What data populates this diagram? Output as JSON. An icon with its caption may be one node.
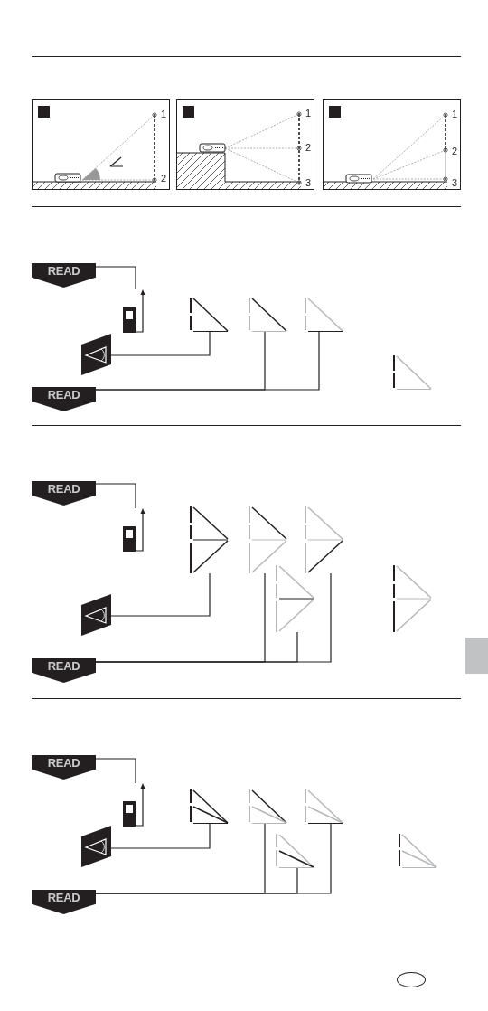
{
  "diagram": {
    "nodes": [
      {
        "text": [
          "READ"
        ]
      },
      {
        "text": [],
        "shape": "picture"
      },
      {
        "text": [],
        "shape": "picture"
      },
      {
        "text": [],
        "shape": "triangle"
      },
      {
        "text": [],
        "shape": "triangle"
      },
      {
        "text": [],
        "shape": "triangle"
      },
      {
        "text": [],
        "shape": "triangle"
      },
      {
        "text": [
          "READ"
        ]
      },
      {
        "text": [
          "READ"
        ]
      },
      {
        "text": [],
        "shape": "picture"
      },
      {
        "text": [],
        "shape": "picture"
      },
      {
        "text": [],
        "shape": "triangle"
      },
      {
        "text": [],
        "shape": "triangle"
      },
      {
        "text": [],
        "shape": "triangle"
      },
      {
        "text": [],
        "shape": "triangle"
      },
      {
        "text": [],
        "shape": "triangle"
      },
      {
        "text": [
          "READ"
        ]
      },
      {
        "text": [
          "READ"
        ]
      },
      {
        "text": [],
        "shape": "picture"
      },
      {
        "text": [],
        "shape": "picture"
      },
      {
        "text": [],
        "shape": "triangle"
      },
      {
        "text": [],
        "shape": "triangle"
      },
      {
        "text": [],
        "shape": "triangle"
      },
      {
        "text": [],
        "shape": "triangle"
      },
      {
        "text": [],
        "shape": "triangle"
      },
      {
        "text": [
          "READ"
        ]
      }
    ],
    "edges": [
      {
        "from": 0,
        "to": 1,
        "arrow": "none"
      },
      {
        "from": 2,
        "to": 3,
        "arrow": "none"
      },
      {
        "from": 7,
        "to": 4,
        "arrow": "none"
      },
      {
        "from": 7,
        "to": 5,
        "arrow": "none"
      },
      {
        "from": 8,
        "to": 9,
        "arrow": "none"
      },
      {
        "from": 10,
        "to": 11,
        "arrow": "none"
      },
      {
        "from": 16,
        "to": 12,
        "arrow": "none"
      },
      {
        "from": 16,
        "to": 14,
        "arrow": "none"
      },
      {
        "from": 16,
        "to": 13,
        "arrow": "none"
      },
      {
        "from": 17,
        "to": 18,
        "arrow": "none"
      },
      {
        "from": 19,
        "to": 20,
        "arrow": "none"
      },
      {
        "from": 25,
        "to": 21,
        "arrow": "none"
      },
      {
        "from": 25,
        "to": 23,
        "arrow": "none"
      },
      {
        "from": 25,
        "to": 22,
        "arrow": "none"
      }
    ],
    "labels": [
      "1",
      "2",
      "1",
      "2",
      "3",
      "1",
      "2",
      "3"
    ]
  }
}
